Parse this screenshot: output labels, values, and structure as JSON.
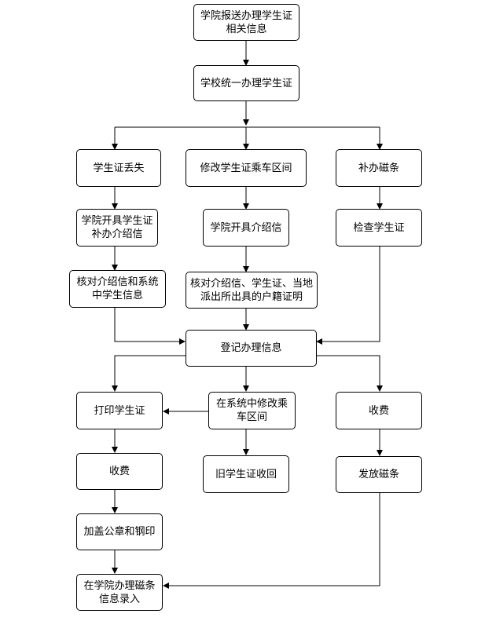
{
  "diagram": {
    "nodes": {
      "college_report": {
        "line1": "学院报送办理学生证",
        "line2": "相关信息"
      },
      "school_unified": {
        "label": "学校统一办理学生证"
      },
      "card_lost": {
        "label": "学生证丢失"
      },
      "modify_interval": {
        "label": "修改学生证乘车区间"
      },
      "reissue_stripe": {
        "label": "补办磁条"
      },
      "college_letter_reissue": {
        "line1": "学院开具学生证",
        "line2": "补办介绍信"
      },
      "college_letter": {
        "label": "学院开具介绍信"
      },
      "check_card": {
        "label": "检查学生证"
      },
      "verify_letter_system": {
        "line1": "核对介绍信和系统",
        "line2": "中学生信息"
      },
      "verify_letter_card": {
        "line1": "核对介绍信、学生证、当地",
        "line2": "派出所出具的户籍证明"
      },
      "register_info": {
        "label": "登记办理信息"
      },
      "print_card": {
        "label": "打印学生证"
      },
      "modify_in_system": {
        "line1": "在系统中修改乘",
        "line2": "车区间"
      },
      "fee_right": {
        "label": "收费"
      },
      "fee_left": {
        "label": "收费"
      },
      "recover_old_card": {
        "label": "旧学生证收回"
      },
      "issue_stripe": {
        "label": "发放磁条"
      },
      "stamp_seal": {
        "label": "加盖公章和钢印"
      },
      "enter_stripe_info": {
        "line1": "在学院办理磁条",
        "line2": "信息录入"
      }
    },
    "colors": {
      "stroke": "#000000",
      "fill": "#ffffff",
      "text": "#000000"
    }
  }
}
